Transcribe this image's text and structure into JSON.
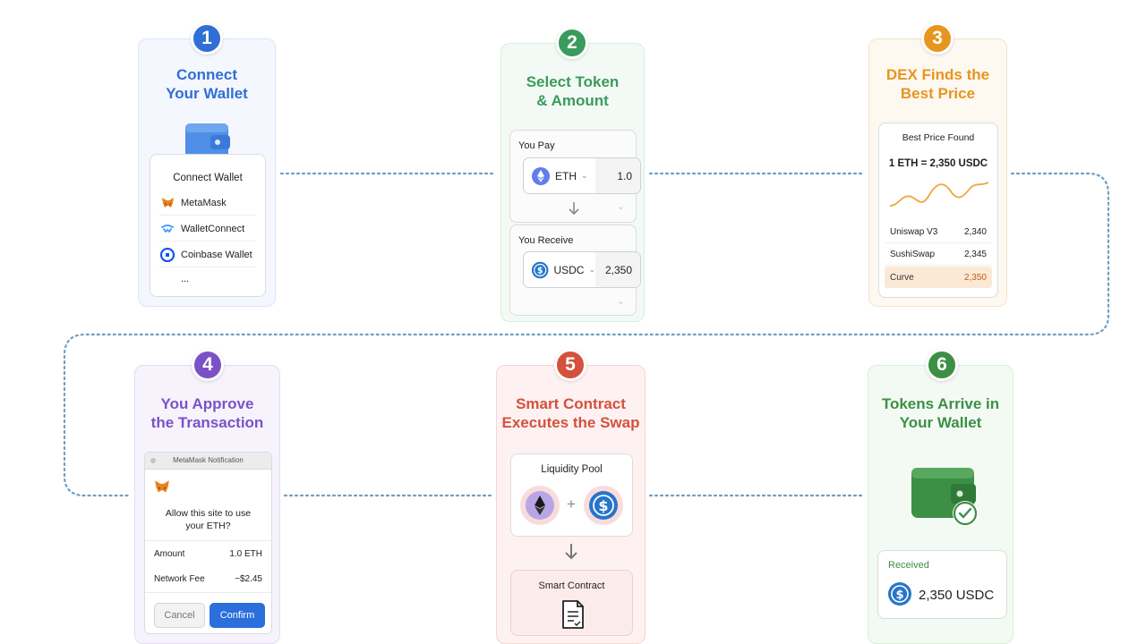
{
  "steps": [
    {
      "number": "1",
      "title_line1": "Connect",
      "title_line2": "Your Wallet",
      "color": "#2f6fd6",
      "panel_title": "Connect Wallet",
      "wallets": [
        {
          "name": "MetaMask",
          "icon": "metamask-fox-icon"
        },
        {
          "name": "WalletConnect",
          "icon": "walletconnect-icon"
        },
        {
          "name": "Coinbase Wallet",
          "icon": "coinbase-icon"
        }
      ],
      "more": "..."
    },
    {
      "number": "2",
      "title_line1": "Select Token",
      "title_line2": "& Amount",
      "color": "#3a9b5c",
      "pay_label": "You Pay",
      "pay_token": "ETH",
      "pay_amount": "1.0",
      "receive_label": "You Receive",
      "receive_token": "USDC",
      "receive_amount": "2,350"
    },
    {
      "number": "3",
      "title_line1": "DEX Finds the",
      "title_line2": "Best Price",
      "color": "#e8951f",
      "panel_title": "Best Price Found",
      "rate": "1 ETH = 2,350 USDC",
      "quotes": [
        {
          "dex": "Uniswap V3",
          "price": "2,340"
        },
        {
          "dex": "SushiSwap",
          "price": "2,345"
        },
        {
          "dex": "Curve",
          "price": "2,350"
        }
      ]
    },
    {
      "number": "4",
      "title_line1": "You Approve",
      "title_line2": "the Transaction",
      "color": "#7b52c5",
      "window_title": "MetaMask Notification",
      "prompt_line1": "Allow this site to use",
      "prompt_line2": "your ETH?",
      "amount_label": "Amount",
      "amount_value": "1.0 ETH",
      "fee_label": "Network Fee",
      "fee_value": "~$2.45",
      "cancel_label": "Cancel",
      "confirm_label": "Confirm"
    },
    {
      "number": "5",
      "title_line1": "Smart Contract",
      "title_line2": "Executes the Swap",
      "color": "#d4513d",
      "pool_label": "Liquidity Pool",
      "plus": "+",
      "contract_label": "Smart Contract"
    },
    {
      "number": "6",
      "title_line1": "Tokens Arrive in",
      "title_line2": "Your Wallet",
      "color": "#3d8f45",
      "received_label": "Received",
      "received_amount": "2,350 USDC"
    }
  ],
  "colors": {
    "eth": "#627eea",
    "usdc": "#2775ca",
    "connector": "#6e9fc4"
  }
}
